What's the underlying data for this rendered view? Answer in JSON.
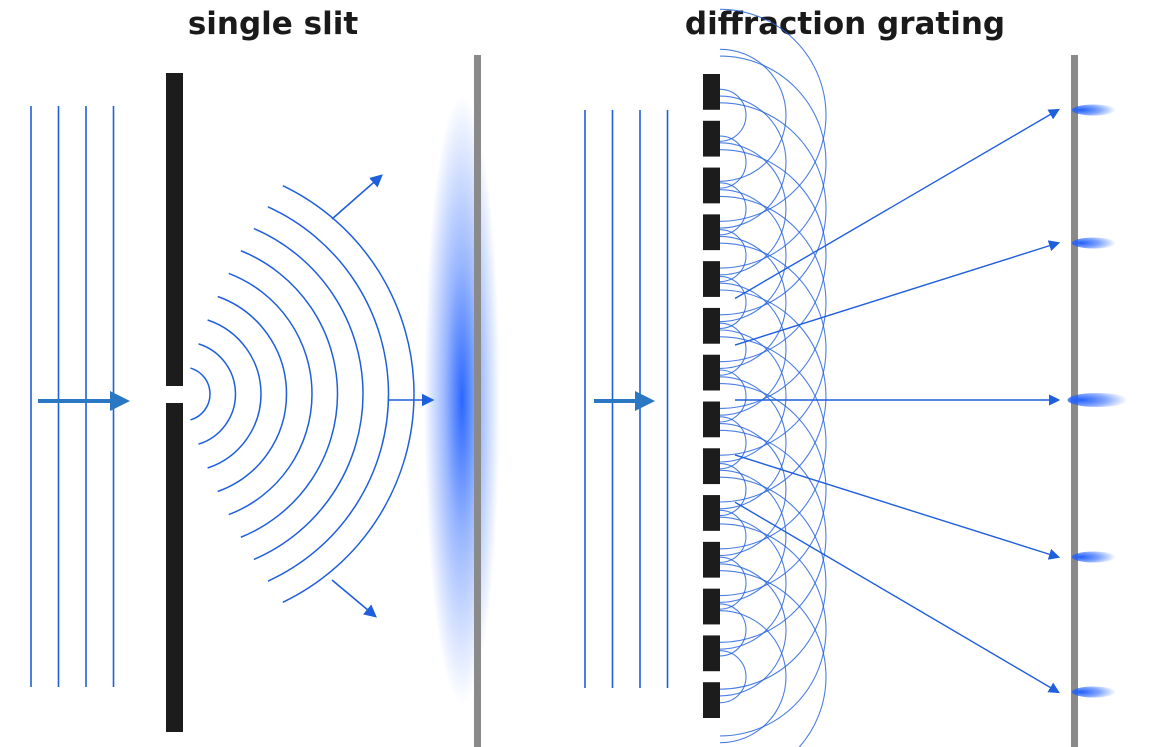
{
  "panels": {
    "single_slit": {
      "title": "single slit"
    },
    "grating": {
      "title": "diffraction grating"
    }
  },
  "colors": {
    "wave": "#1f5fdc",
    "arrow": "#2a78c4",
    "barrier": "#1c1c1c",
    "screen": "#8a8a8a",
    "light": "#1f5fff"
  },
  "single_slit": {
    "incident_wavefronts": 4,
    "diffracted_wavefronts": 9,
    "slit_count": 1
  },
  "grating": {
    "incident_wavefronts": 4,
    "slit_count": 14,
    "wavelets_per_slit": 3,
    "orders": [
      -2,
      -1,
      0,
      1,
      2
    ]
  }
}
